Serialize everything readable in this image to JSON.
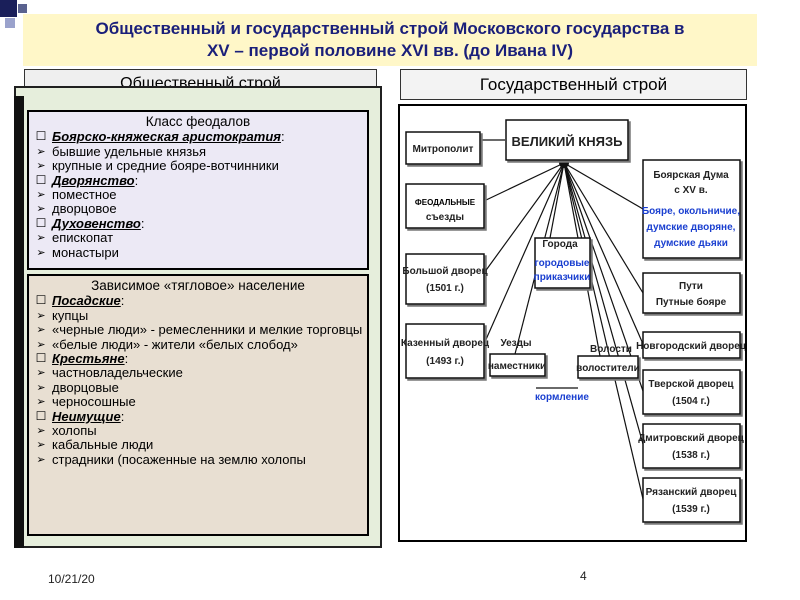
{
  "title": {
    "line1": "Общественный и государственный строй Московского государства в",
    "line2": "XV – первой половине XVI вв. (до Ивана IV)"
  },
  "headers": {
    "left": "Общественный строй",
    "right": "Государственный строй"
  },
  "feudal": {
    "title": "Класс феодалов",
    "items": [
      {
        "marker": "square",
        "label": "Боярско-княжеская аристократия",
        "suffix": ":",
        "style": "group"
      },
      {
        "marker": "arrow",
        "label": "бывшие удельные князья"
      },
      {
        "marker": "arrow",
        "label": "крупные и средние бояре-вотчинники"
      },
      {
        "marker": "square",
        "label": "Дворянство",
        "suffix": ":",
        "style": "group"
      },
      {
        "marker": "arrow",
        "label": "поместное"
      },
      {
        "marker": "arrow",
        "label": "дворцовое"
      },
      {
        "marker": "square",
        "label": "Духовенство",
        "suffix": ":",
        "style": "group"
      },
      {
        "marker": "arrow",
        "label": "епископат"
      },
      {
        "marker": "arrow",
        "label": "монастыри"
      }
    ]
  },
  "dependent": {
    "title": "Зависимое «тягловое» население",
    "items": [
      {
        "marker": "square",
        "label": "Посадские",
        "suffix": ":",
        "style": "group"
      },
      {
        "marker": "arrow",
        "label": "купцы"
      },
      {
        "marker": "arrow",
        "label": "«черные люди» - ремесленники и мелкие торговцы",
        "wrap": true
      },
      {
        "marker": "arrow",
        "label": "«белые люди» - жители «белых слобод»",
        "wrap": true
      },
      {
        "marker": "square",
        "label": "Крестьяне",
        "suffix": ":",
        "style": "group"
      },
      {
        "marker": "arrow",
        "label": "частновладельческие"
      },
      {
        "marker": "arrow",
        "label": "дворцовые"
      },
      {
        "marker": "arrow",
        "label": "черносошные"
      },
      {
        "marker": "square",
        "label": "Неимущие",
        "suffix": ":",
        "style": "group"
      },
      {
        "marker": "arrow",
        "label": "холопы"
      },
      {
        "marker": "arrow",
        "label": "кабальные люди"
      },
      {
        "marker": "arrow",
        "label": "страдники (посаженные на землю холопы",
        "wrap": true
      }
    ]
  },
  "diagram": {
    "grand_prince": "ВЕЛИКИЙ КНЯЗЬ",
    "metropolitan": "Митрополит",
    "feudal_label": "ФЕОДАЛЬНЫЕ",
    "congresses": "съезды",
    "big_palace": "Большой дворец",
    "big_palace_year": "(1501 г.)",
    "treasury_palace": "Казенный дворец",
    "treasury_palace_year": "(1493 г.)",
    "cities": "Города",
    "city_clerks_1": "городовые",
    "city_clerks_2": "приказчики",
    "counties": "Уезды",
    "governors": "наместники",
    "volosts": "Волости",
    "volostels": "волостители",
    "feeding": "кормление",
    "duma_1": "Боярская Дума",
    "duma_2": "с XV в.",
    "duma_3": "Бояре, окольничие,",
    "duma_4": "думские дворяне,",
    "duma_5": "думские дьяки",
    "ways_1": "Пути",
    "ways_2": "Путные бояре",
    "novgorod": "Новгородский дворец",
    "tver": "Тверской дворец",
    "tver_year": "(1504 г.)",
    "dmitrov": "Дмитровский дворец",
    "dmitrov_year": "(1538 г.)",
    "ryazan": "Рязанский дворец",
    "ryazan_year": "(1539 г.)"
  },
  "footer": {
    "date": "10/21/20",
    "page": "4"
  },
  "colors": {
    "title_text": "#1a1f7a",
    "title_bg": "#fff7c8",
    "accent_blue": "#1a3fd0",
    "corner_dark": "#1a1f5a"
  }
}
